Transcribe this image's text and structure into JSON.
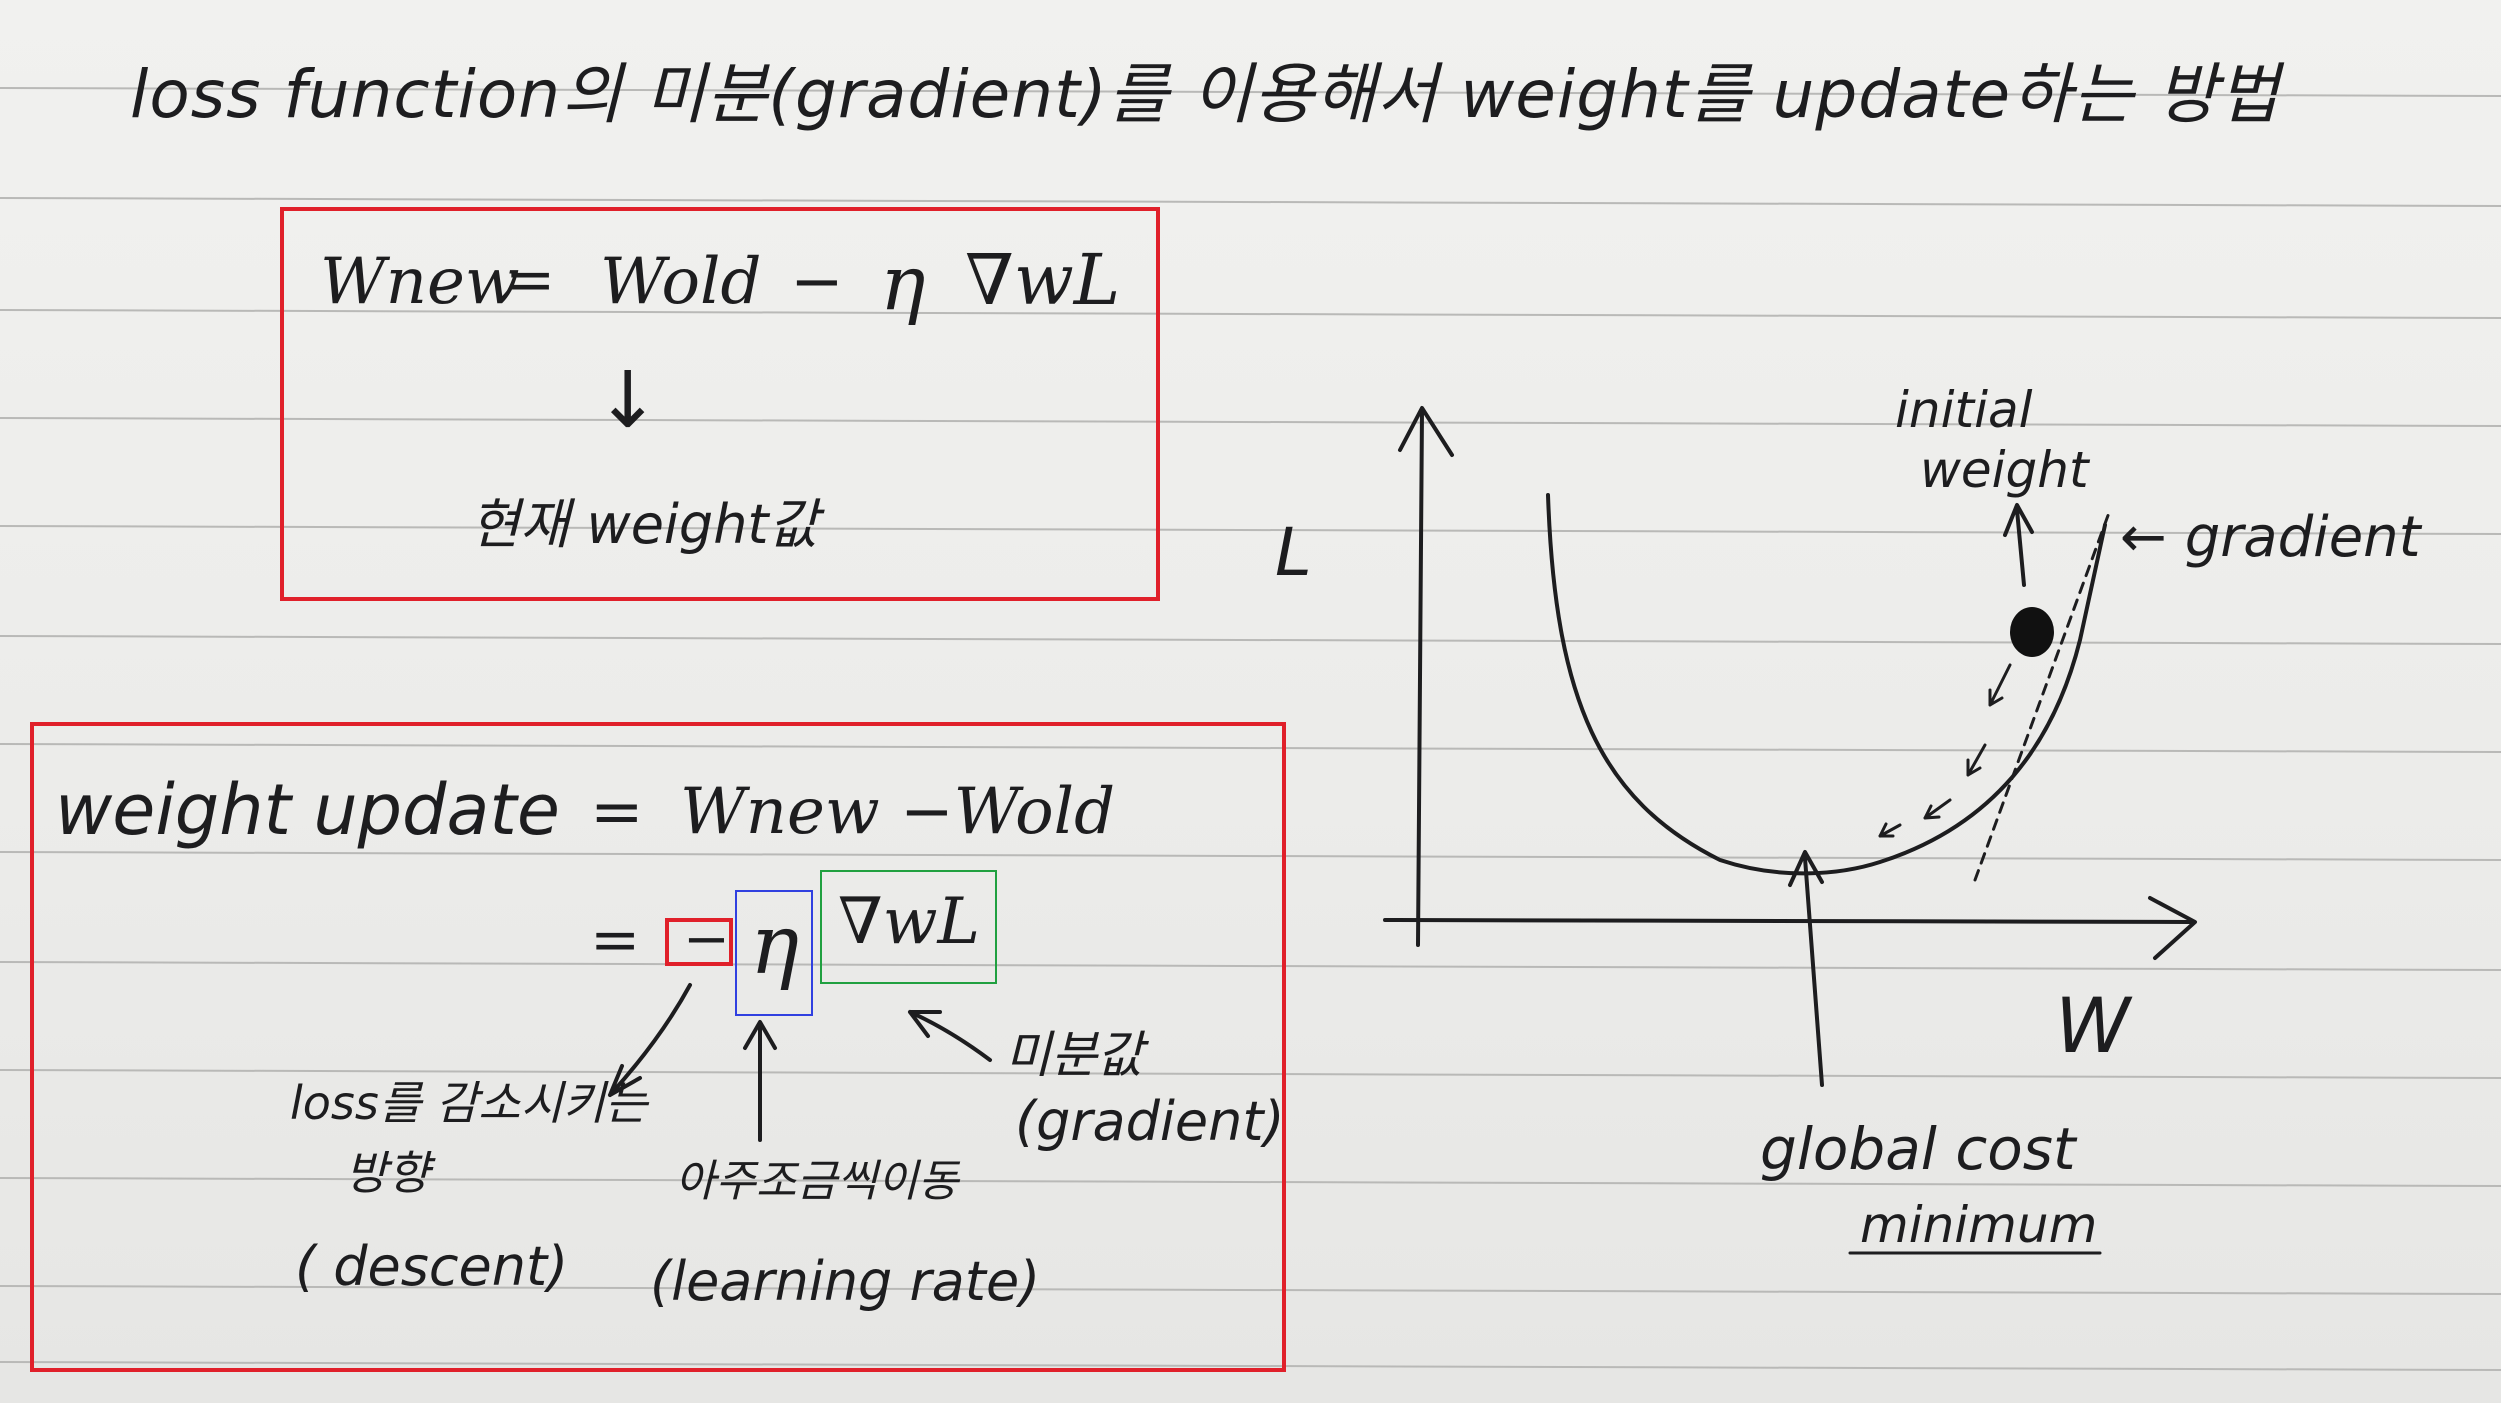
{
  "title": "loss function의 미분(gradient)를 이용해서 weight를 update하는 방법",
  "formula_box": {
    "w_new": "Wnew",
    "equals": "=",
    "w_old": "Wold",
    "minus": "−",
    "eta": "η",
    "grad": "∇wL",
    "arrow": "↓",
    "note": "현재 weight값"
  },
  "update_box": {
    "lhs": "weight update",
    "eq1": "=",
    "rhs1": "Wnew −Wold",
    "eq2": "=",
    "minus": "−",
    "eta": "η",
    "grad": "∇wL",
    "minus_note_1": "loss를 감소시키는",
    "minus_note_2": "방향",
    "minus_note_3": "( descent)",
    "eta_note_1": "아주조금씩이동",
    "eta_note_2": "(learning rate)",
    "grad_note_1": "미분값",
    "grad_note_2": "(gradient)"
  },
  "graph": {
    "y_label": "L",
    "x_label": "W",
    "initial_label_1": "initial",
    "initial_label_2": "weight",
    "gradient_label": "← gradient",
    "minimum_label_1": "global cost",
    "minimum_label_2": "minimum"
  },
  "colors": {
    "ink": "#1d1d1f",
    "red": "#e0202a",
    "blue": "#3040e0",
    "green": "#20a040",
    "rule": "#b9b9b7"
  }
}
